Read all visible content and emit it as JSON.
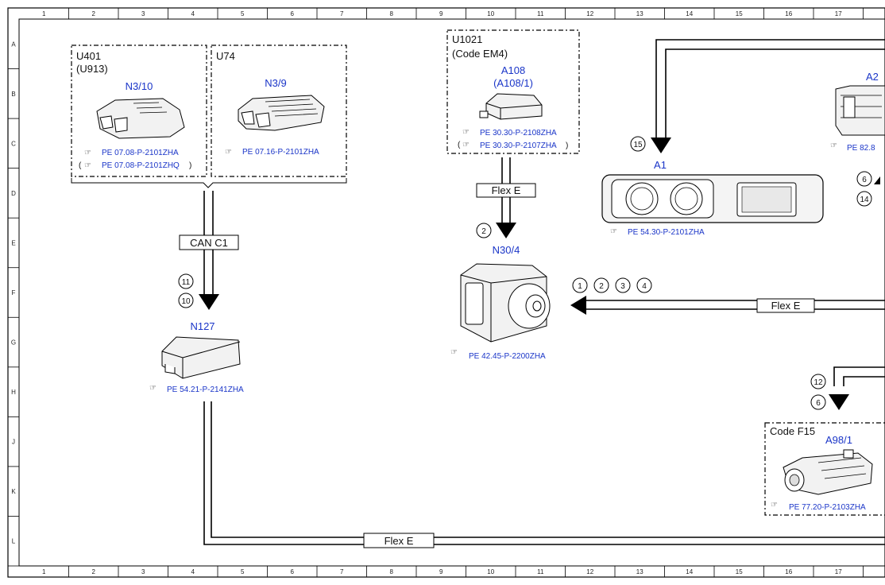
{
  "grid": {
    "columns": [
      "1",
      "2",
      "3",
      "4",
      "5",
      "6",
      "7",
      "8",
      "9",
      "10",
      "11",
      "12",
      "13",
      "14",
      "15",
      "16",
      "17"
    ],
    "rows": [
      "A",
      "B",
      "C",
      "D",
      "E",
      "F",
      "G",
      "H",
      "J",
      "K",
      "L"
    ]
  },
  "groups": {
    "u401": {
      "label": "U401",
      "sublabel": "(U913)"
    },
    "u74": {
      "label": "U74"
    },
    "u1021": {
      "label": "U1021",
      "sublabel": "(Code EM4)"
    },
    "code_f15": {
      "label": "Code F15"
    }
  },
  "components": {
    "n3_10": {
      "id": "N3/10",
      "refs": [
        "PE 07.08-P-2101ZHA",
        "PE 07.08-P-2101ZHQ"
      ]
    },
    "n3_9": {
      "id": "N3/9",
      "refs": [
        "PE 07.16-P-2101ZHA"
      ]
    },
    "a108": {
      "id": "A108",
      "alt_id": "(A108/1)",
      "refs": [
        "PE 30.30-P-2108ZHA",
        "PE 30.30-P-2107ZHA"
      ]
    },
    "a1": {
      "id": "A1",
      "refs": [
        "PE 54.30-P-2101ZHA"
      ]
    },
    "a2": {
      "id": "A2",
      "refs": [
        "PE 82.8"
      ]
    },
    "n30_4": {
      "id": "N30/4",
      "refs": [
        "PE 42.45-P-2200ZHA"
      ]
    },
    "n127": {
      "id": "N127",
      "refs": [
        "PE 54.21-P-2141ZHA"
      ]
    },
    "a98_1": {
      "id": "A98/1",
      "refs": [
        "PE 77.20-P-2103ZHA"
      ]
    }
  },
  "buses": {
    "can_c1": "CAN C1",
    "flex_e_top": "Flex E",
    "flex_e_right": "Flex E",
    "flex_e_bottom": "Flex E"
  },
  "markers": {
    "m11": "11",
    "m10": "10",
    "m2": "2",
    "m15": "15",
    "m6a": "6",
    "m14": "14",
    "m1": "1",
    "m2b": "2",
    "m3": "3",
    "m4": "4",
    "m12": "12",
    "m6b": "6"
  }
}
